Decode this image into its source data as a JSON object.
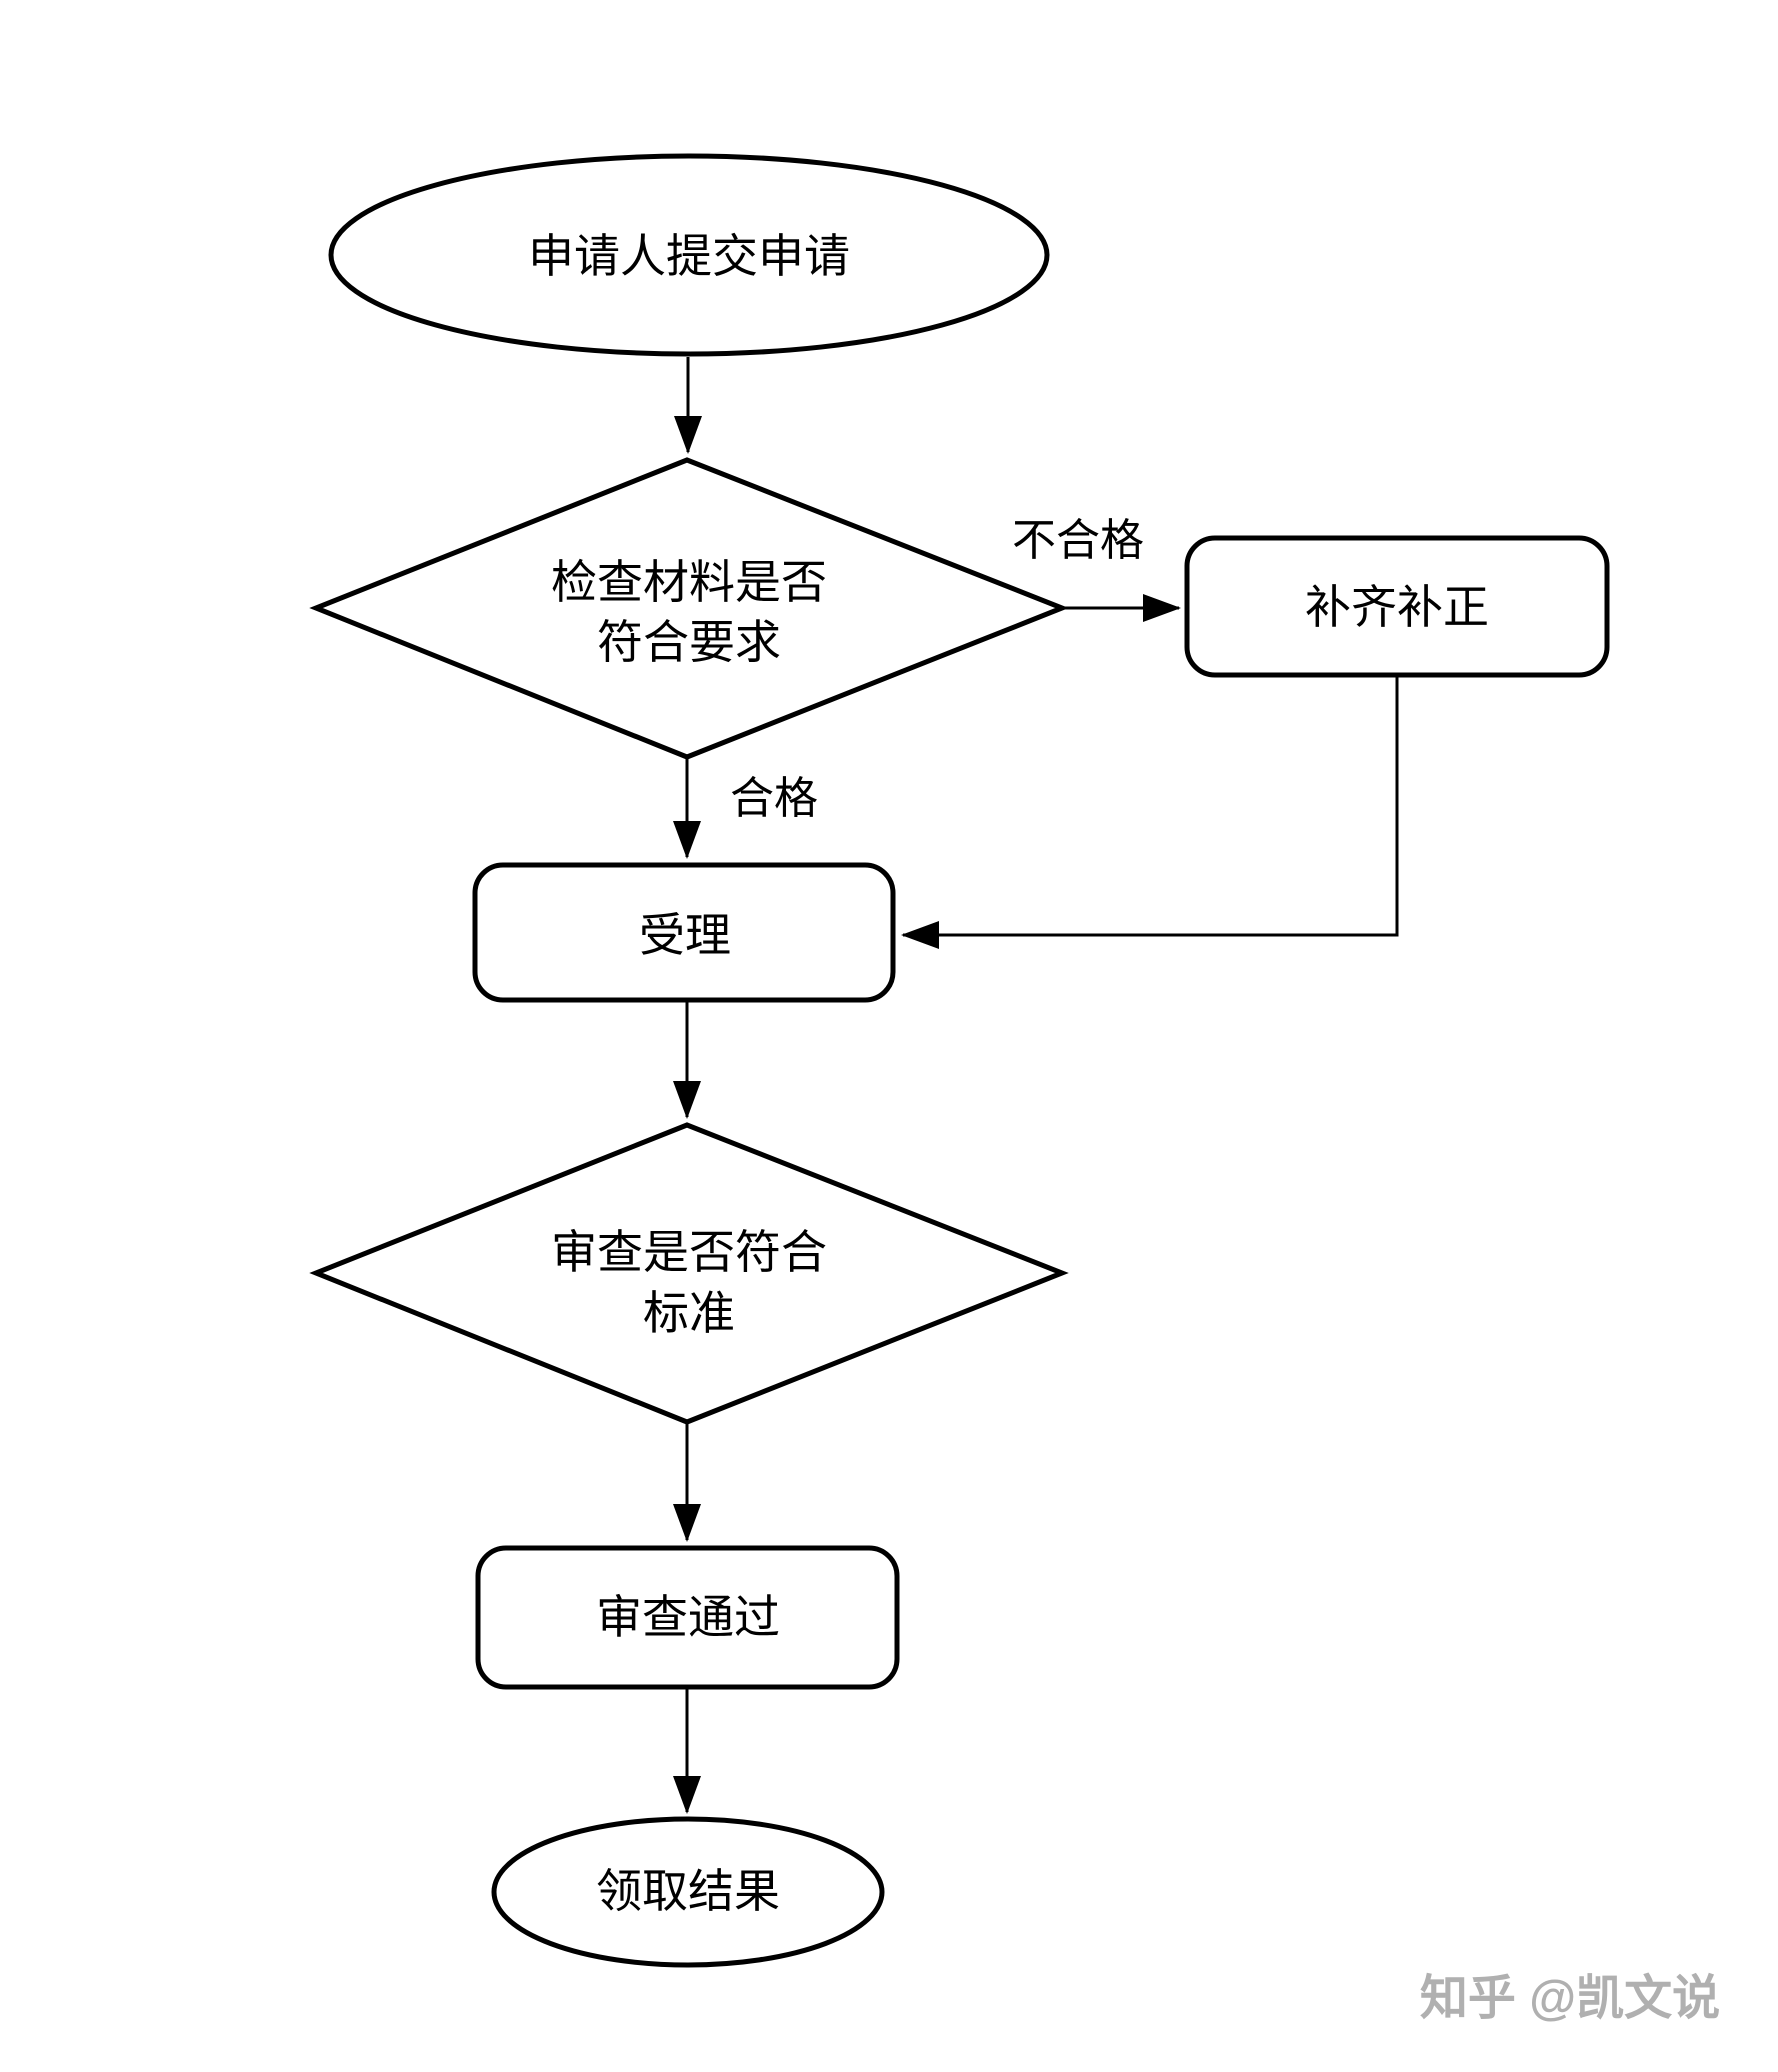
{
  "diagram": {
    "title": "application-review-flowchart",
    "background_color": "#ffffff",
    "stroke_color": "#000000",
    "nodes": {
      "start": {
        "type": "ellipse",
        "label": "申请人提交申请"
      },
      "check_materials": {
        "type": "decision",
        "lines": [
          "检查材料是否",
          "符合要求"
        ]
      },
      "supplement": {
        "type": "process",
        "label": "补齐补正"
      },
      "accept": {
        "type": "process",
        "label": "受理"
      },
      "review": {
        "type": "decision",
        "lines": [
          "审查是否符合",
          "标准"
        ]
      },
      "review_passed": {
        "type": "process",
        "label": "审查通过"
      },
      "end": {
        "type": "ellipse",
        "label": "领取结果"
      }
    },
    "edges": [
      {
        "from": "start",
        "to": "check_materials",
        "label": ""
      },
      {
        "from": "check_materials",
        "to": "supplement",
        "label": "不合格"
      },
      {
        "from": "check_materials",
        "to": "accept",
        "label": "合格"
      },
      {
        "from": "supplement",
        "to": "accept",
        "label": ""
      },
      {
        "from": "accept",
        "to": "review",
        "label": ""
      },
      {
        "from": "review",
        "to": "review_passed",
        "label": ""
      },
      {
        "from": "review_passed",
        "to": "end",
        "label": ""
      }
    ],
    "edge_labels": {
      "unqualified": "不合格",
      "qualified": "合格"
    },
    "watermark": {
      "text": "知乎 @凯文说",
      "color": "#b0b0b0"
    }
  }
}
